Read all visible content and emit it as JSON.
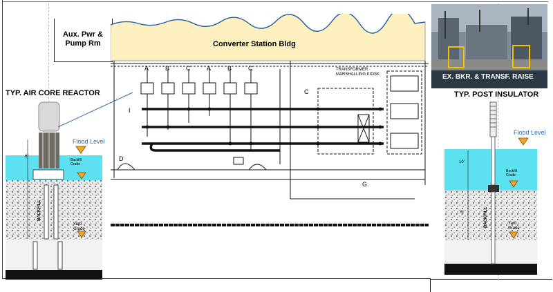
{
  "labels": {
    "aux_room": "Aux. Pwr &\nPump Rm",
    "converter_bldg": "Converter Station Bldg",
    "photo_caption": "EX. BKR. & TRANSF. RAISE",
    "reactor_title": "TYP. AIR CORE REACTOR",
    "insulator_title": "TYP. POST INSULATOR",
    "flood_level": "Flood Level",
    "backfill_grade": "Backfill\nGrade",
    "yard_grade": "Yard\nGrade",
    "backfill_vertical": "BACKFILL",
    "dim_left": "6°",
    "dim_10": "10'",
    "dim_6": "6'",
    "transformer_kiosk": "TRANSFORMER\nMARSHALLING KIOSK",
    "phase_letters": [
      "A",
      "B",
      "C",
      "A",
      "B",
      "C"
    ],
    "callout_i": "I",
    "callout_c": "C",
    "callout_g": "G",
    "callout_d": "D"
  },
  "colors": {
    "flood_water": "#5ce1f0",
    "building_fill": "#fff1bf",
    "flood_triangle": "#f5a623",
    "flood_text": "#2a6fb5",
    "ground_dark": "#111111"
  }
}
